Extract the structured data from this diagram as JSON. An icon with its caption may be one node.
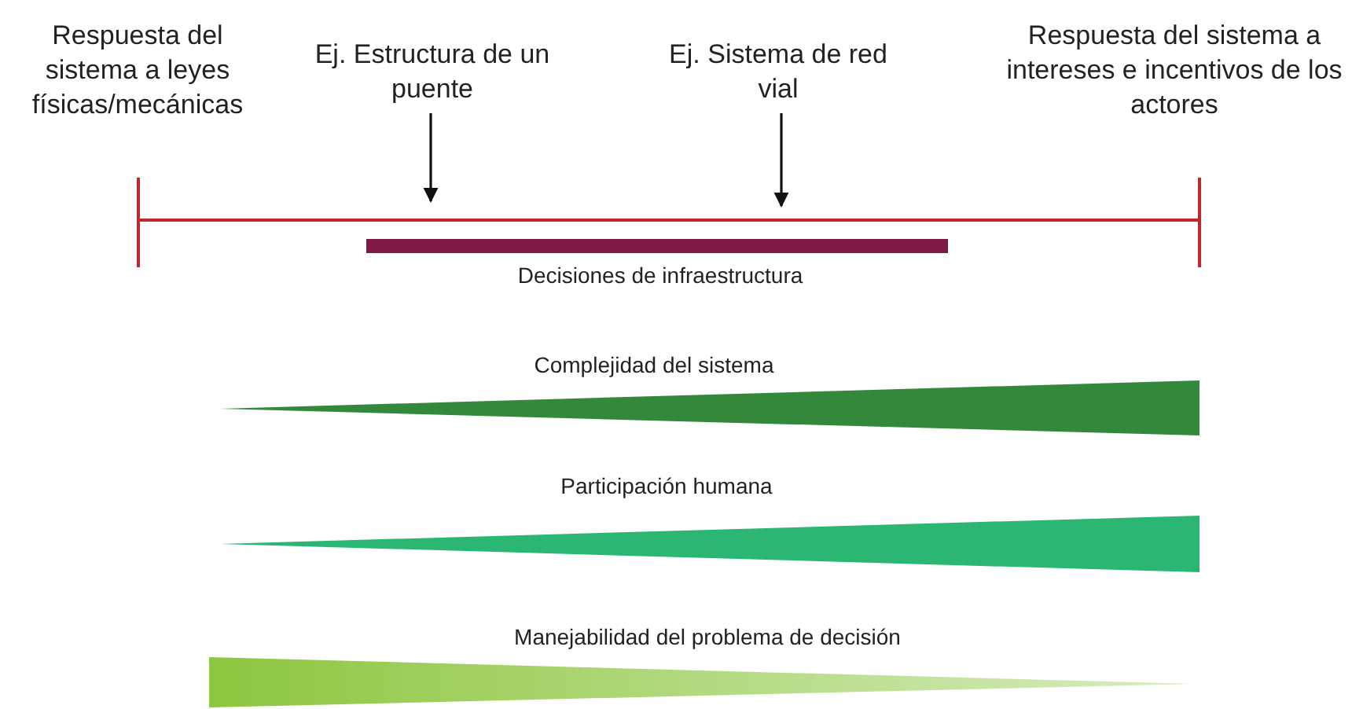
{
  "diagram": {
    "nodes": [
      {
        "text": [
          "Respuesta del sistema a leyes físicas/mecánicas"
        ]
      },
      {
        "text": [
          "Ej. Estructura de un puente"
        ]
      },
      {
        "text": [
          "Ej. Sistema de red vial"
        ]
      },
      {
        "text": [
          "Respuesta del sistema a intereses e incentivos de los actores"
        ]
      }
    ],
    "edges": [
      {
        "from": 1,
        "to": null,
        "arrow": "to"
      },
      {
        "from": 2,
        "to": null,
        "arrow": "to"
      }
    ],
    "labels": [
      "Decisiones de infraestructura",
      "Complejidad del sistema",
      "Participación humana",
      "Manejabilidad del problema de decisión"
    ]
  }
}
